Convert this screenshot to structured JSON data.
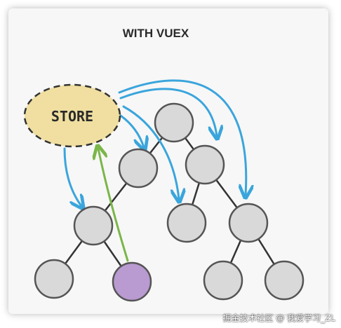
{
  "diagram": {
    "title": "WITH VUEX",
    "store_label": "STORE"
  },
  "colors": {
    "store_fill": "#f0dfa0",
    "store_border": "#333333",
    "node_fill": "#d9d9d9",
    "node_border": "#555555",
    "highlight_node_fill": "#b99ad1",
    "edge": "#333333",
    "state_arrow": "#3aa5dc",
    "action_arrow": "#7ab648",
    "background": "#f7f7f7"
  },
  "watermark": {
    "text": "掘金技术社区 @ 我爱学习_ZL"
  }
}
